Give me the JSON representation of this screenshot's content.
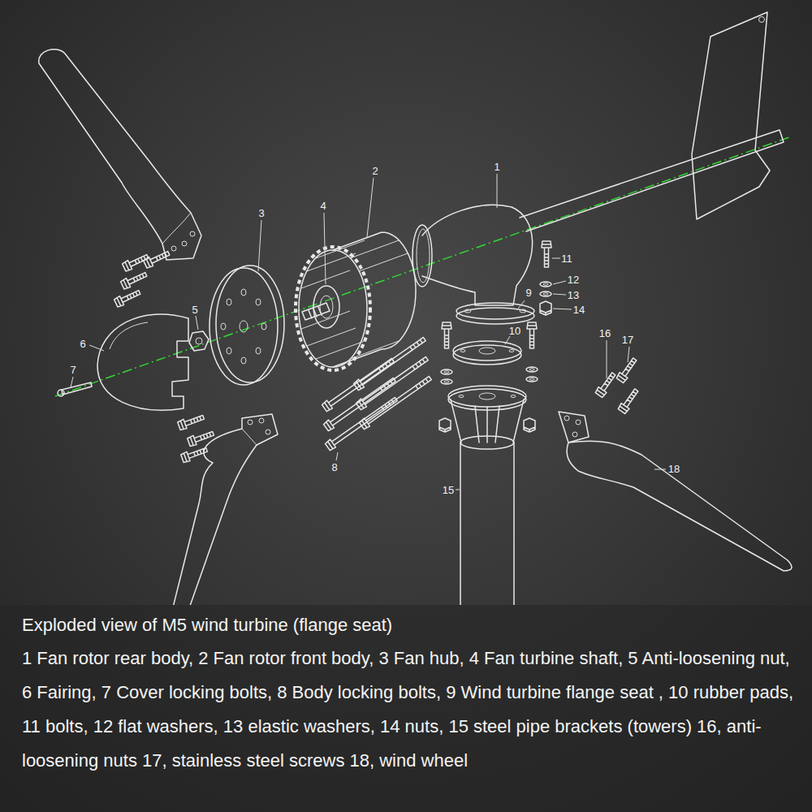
{
  "diagram": {
    "title": "Exploded view of M5 wind turbine (flange seat)",
    "caption": "1 Fan rotor rear body, 2 Fan rotor front body, 3 Fan hub, 4 Fan turbine shaft, 5 Anti-loosening nut, 6 Fairing, 7 Cover locking bolts, 8 Body locking bolts, 9 Wind turbine flange seat , 10 rubber pads, 11 bolts, 12 flat washers, 13 elastic washers, 14 nuts, 15 steel pipe brackets (towers) 16, anti-loosening nuts 17, stainless steel screws 18, wind wheel",
    "labels": [
      "1",
      "2",
      "3",
      "4",
      "5",
      "6",
      "7",
      "8",
      "9",
      "10",
      "11",
      "12",
      "13",
      "14",
      "15",
      "16",
      "17",
      "18"
    ]
  }
}
